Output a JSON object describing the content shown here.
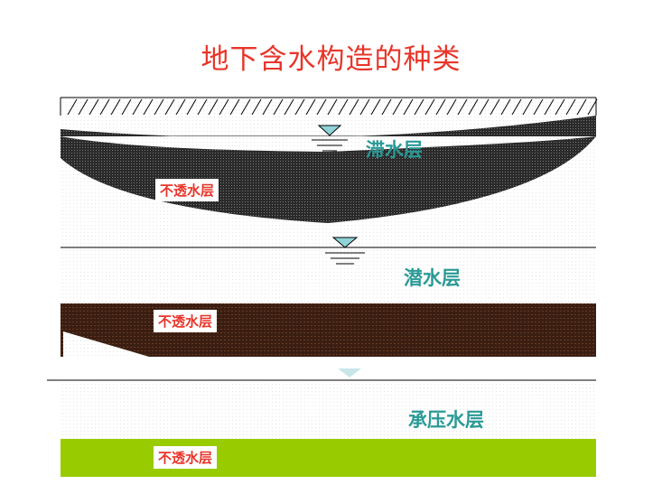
{
  "title": "地下含水构造的种类",
  "layers": {
    "perched": {
      "label": "滞水层",
      "tag": "不透水层"
    },
    "phreatic": {
      "label": "潜水层",
      "tag": "不透水层"
    },
    "confined": {
      "label": "承压水层",
      "tag": "不透水层"
    }
  },
  "colors": {
    "title": "#e8352a",
    "label": "#2a9a96",
    "tag": "#e8352a",
    "impermeable_dark": "#3a1e12",
    "impermeable_green": "#99cc00",
    "water_symbol": "#8fd3d8"
  }
}
